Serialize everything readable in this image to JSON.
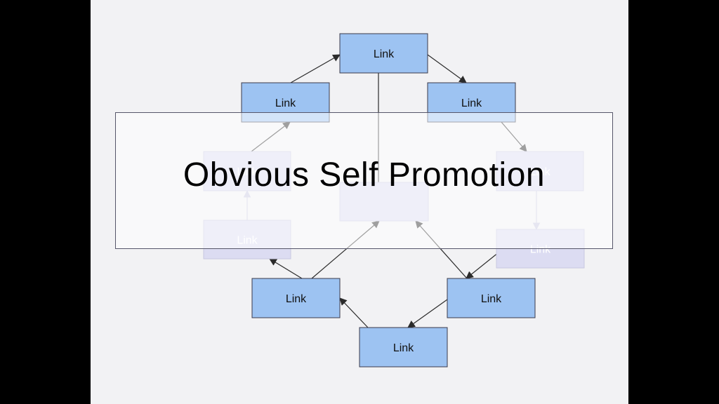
{
  "overlay": {
    "text": "Obvious Self Promotion"
  },
  "colors": {
    "box_fill": "#9dc3f2",
    "box_stroke": "#3a3a4a",
    "arrow": "#2b2b2b",
    "faded_fill": "#dcdcf2"
  },
  "diagram": {
    "nodes": [
      {
        "id": "top",
        "label": "Link",
        "faded": false
      },
      {
        "id": "upper-left",
        "label": "Link",
        "faded": false
      },
      {
        "id": "upper-right",
        "label": "Link",
        "faded": false
      },
      {
        "id": "mid-left",
        "label": "Link",
        "faded": true
      },
      {
        "id": "mid-right",
        "label": "Link",
        "faded": true
      },
      {
        "id": "center",
        "label": "",
        "faded": true
      },
      {
        "id": "lower-left-faded",
        "label": "Link",
        "faded": true
      },
      {
        "id": "lower-right-faded",
        "label": "Link",
        "faded": true
      },
      {
        "id": "lower-left",
        "label": "Link",
        "faded": false
      },
      {
        "id": "lower-right",
        "label": "Link",
        "faded": false
      },
      {
        "id": "bottom",
        "label": "Link",
        "faded": false
      }
    ],
    "edges": [
      {
        "from": "upper-left",
        "to": "top",
        "arrow": true
      },
      {
        "from": "top",
        "to": "upper-right",
        "arrow": true
      },
      {
        "from": "top",
        "to": "center",
        "arrow": false
      },
      {
        "from": "mid-left",
        "to": "upper-left",
        "arrow": true
      },
      {
        "from": "upper-right",
        "to": "mid-right",
        "arrow": true
      },
      {
        "from": "lower-left-faded",
        "to": "mid-left",
        "arrow": true
      },
      {
        "from": "mid-right",
        "to": "lower-right-faded",
        "arrow": true
      },
      {
        "from": "lower-left",
        "to": "lower-left-faded",
        "arrow": true
      },
      {
        "from": "lower-right-faded",
        "to": "lower-right",
        "arrow": true
      },
      {
        "from": "lower-right",
        "to": "bottom",
        "arrow": true
      },
      {
        "from": "bottom",
        "to": "lower-left",
        "arrow": true
      },
      {
        "from": "lower-left",
        "to": "center",
        "arrow": true
      },
      {
        "from": "lower-right",
        "to": "center",
        "arrow": true
      }
    ]
  }
}
